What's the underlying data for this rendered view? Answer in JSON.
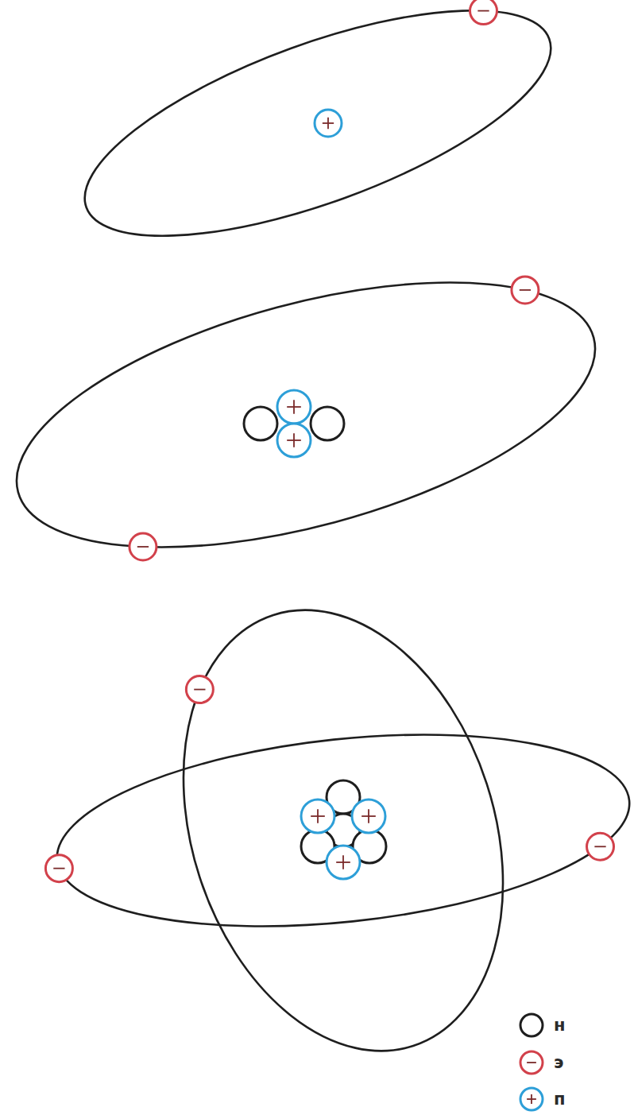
{
  "diagram": {
    "legend": [
      {
        "text": "н"
      },
      {
        "text": "э"
      },
      {
        "text": "п"
      }
    ]
  }
}
